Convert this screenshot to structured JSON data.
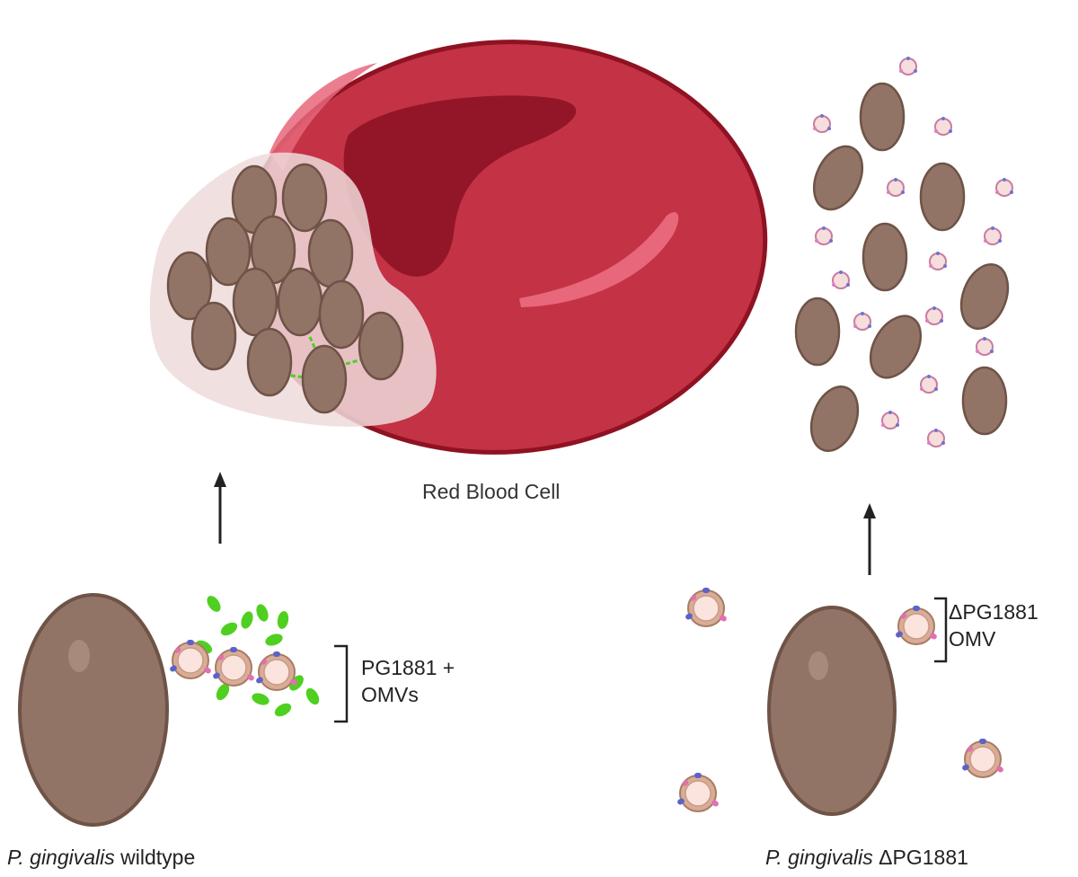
{
  "labels": {
    "red_blood_cell": "Red Blood Cell",
    "wildtype_omv_line1": "PG1881 +",
    "wildtype_omv_line2": "OMVs",
    "mutant_omv_line1": "ΔPG1881",
    "mutant_omv_line2": "OMV",
    "wildtype_species": "P. gingivalis",
    "wildtype_strain": "wildtype",
    "mutant_species": "P. gingivalis",
    "mutant_strain": "ΔPG1881"
  },
  "colors": {
    "rbc_fill": "#c33245",
    "rbc_outline": "#8f1222",
    "rbc_center": "#931628",
    "rbc_highlight": "#e8677a",
    "bacterium_fill": "#927466",
    "bacterium_outline": "#6e5347",
    "biofilm": "#efdada",
    "omv_fill": "#fbe3de",
    "omv_ring": "#d9ad95",
    "pg1881_protein": "#4fd020",
    "omv_protein_blue": "#5b63c9",
    "omv_protein_pink": "#e26fb2",
    "arrow": "#222222"
  }
}
